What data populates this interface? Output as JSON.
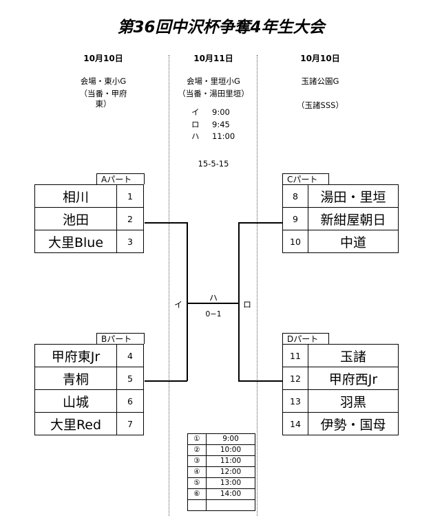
{
  "title": "第36回中沢杯争奪4年生大会",
  "left": {
    "date": "10月10日",
    "venue": "会場・東小G",
    "duty_line1": "（当番・甲府",
    "duty_line2": "東）"
  },
  "center": {
    "date": "10月11日",
    "venue": "会場・里垣小G",
    "duty": "（当番・湯田里垣）",
    "times": [
      {
        "mark": "イ",
        "time": "9:00"
      },
      {
        "mark": "ロ",
        "time": "9:45"
      },
      {
        "mark": "ハ",
        "time": "11:00"
      }
    ],
    "format": "15-5-15"
  },
  "right": {
    "date": "10月10日",
    "venue": "玉諸公園G",
    "duty": "（玉諸SSS）"
  },
  "parts": {
    "A": {
      "label": "Aパート",
      "teams": [
        {
          "name": "相川",
          "num": "1"
        },
        {
          "name": "池田",
          "num": "2"
        },
        {
          "name": "大里Blue",
          "num": "3"
        }
      ]
    },
    "B": {
      "label": "Bパート",
      "teams": [
        {
          "name": "甲府東Jr",
          "num": "4"
        },
        {
          "name": "青桐",
          "num": "5"
        },
        {
          "name": "山城",
          "num": "6"
        },
        {
          "name": "大里Red",
          "num": "7"
        }
      ]
    },
    "C": {
      "label": "Cパート",
      "teams": [
        {
          "num": "8",
          "name": "湯田・里垣"
        },
        {
          "num": "9",
          "name": "新紺屋朝日"
        },
        {
          "num": "10",
          "name": "中道"
        }
      ]
    },
    "D": {
      "label": "Dパート",
      "teams": [
        {
          "num": "11",
          "name": "玉諸"
        },
        {
          "num": "12",
          "name": "甲府西Jr"
        },
        {
          "num": "13",
          "name": "羽黒"
        },
        {
          "num": "14",
          "name": "伊勢・国母"
        }
      ]
    }
  },
  "bracket": {
    "semi_left": "イ",
    "semi_right": "ロ",
    "final": "ハ",
    "final_score": "0−1"
  },
  "schedule": [
    {
      "num": "①",
      "time": "9:00"
    },
    {
      "num": "②",
      "time": "10:00"
    },
    {
      "num": "③",
      "time": "11:00"
    },
    {
      "num": "④",
      "time": "12:00"
    },
    {
      "num": "⑤",
      "time": "13:00"
    },
    {
      "num": "⑥",
      "time": "14:00"
    },
    {
      "num": "",
      "time": ""
    }
  ]
}
